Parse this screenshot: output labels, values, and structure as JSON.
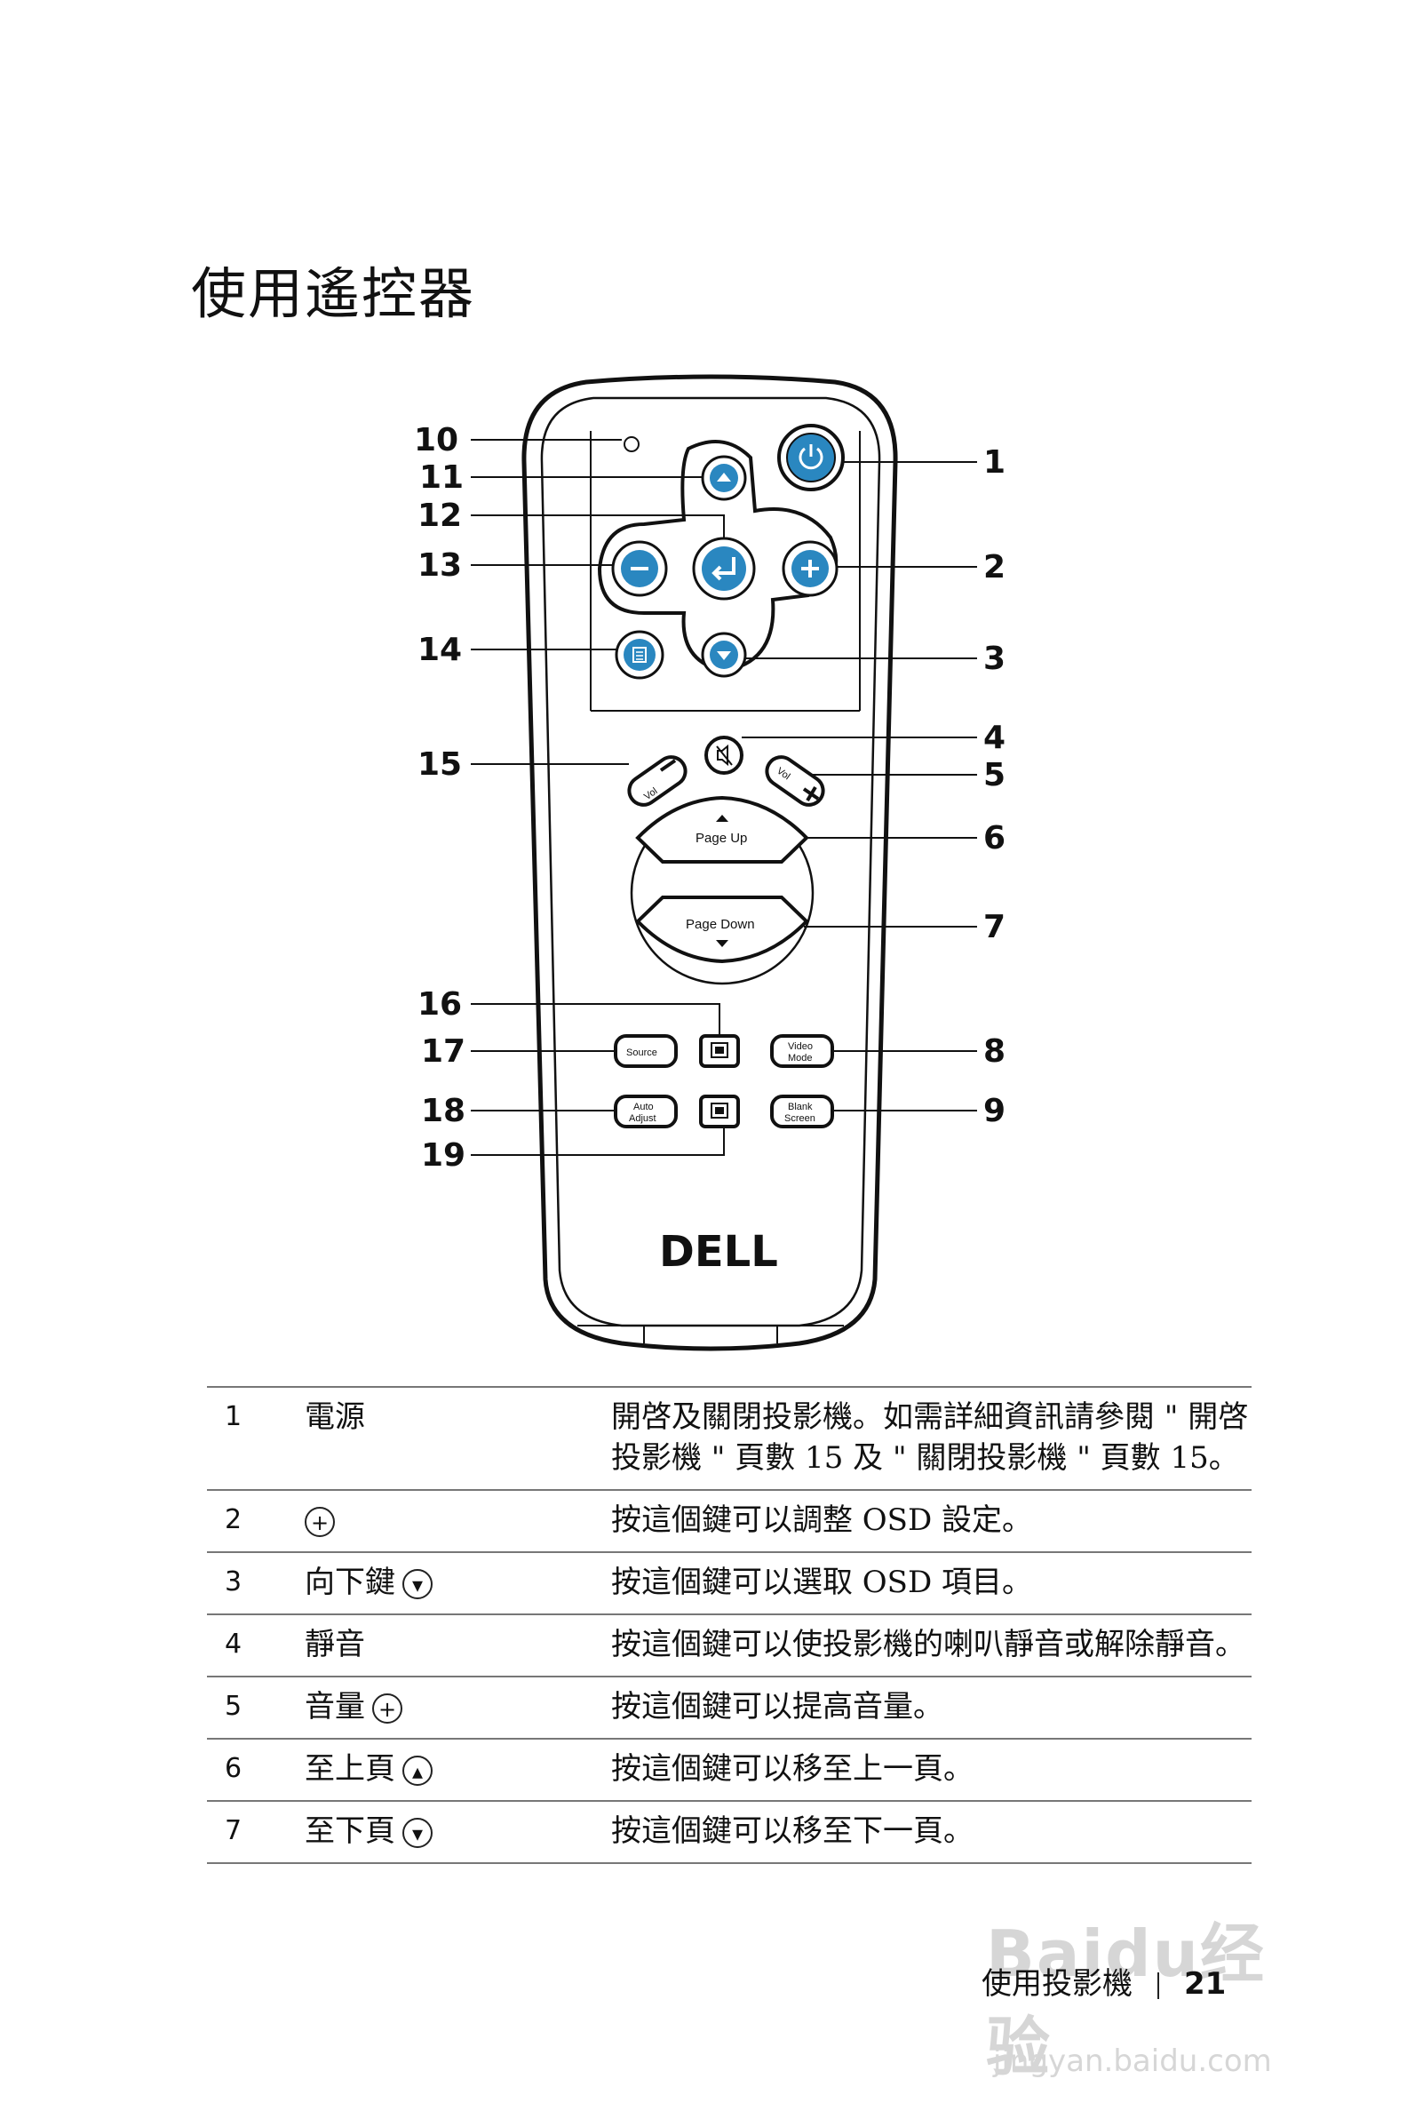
{
  "title": "使用遙控器",
  "remote": {
    "callouts": [
      "1",
      "2",
      "3",
      "4",
      "5",
      "6",
      "7",
      "8",
      "9",
      "10",
      "11",
      "12",
      "13",
      "14",
      "15",
      "16",
      "17",
      "18",
      "19"
    ],
    "buttons": {
      "vol_minus": "Vol",
      "vol_plus": "Vol",
      "page_up": "Page Up",
      "page_down": "Page Down",
      "source": "Source",
      "video_mode_1": "Video",
      "video_mode_2": "Mode",
      "auto_adjust_1": "Auto",
      "auto_adjust_2": "Adjust",
      "blank_screen_1": "Blank",
      "blank_screen_2": "Screen"
    },
    "brand": "DELL"
  },
  "table": {
    "rows": [
      {
        "num": "1",
        "name": "電源",
        "icon": "",
        "desc": "開啓及關閉投影機。如需詳細資訊請參閱 \" 開啓投影機 \" 頁數 15 及 \" 關閉投影機 \" 頁數 15。"
      },
      {
        "num": "2",
        "name": "",
        "icon": "+",
        "desc": "按這個鍵可以調整 OSD 設定。"
      },
      {
        "num": "3",
        "name": "向下鍵",
        "icon": "▾",
        "desc": "按這個鍵可以選取 OSD 項目。"
      },
      {
        "num": "4",
        "name": "靜音",
        "icon": "",
        "desc": "按這個鍵可以使投影機的喇叭靜音或解除靜音。"
      },
      {
        "num": "5",
        "name": "音量",
        "icon": "+",
        "desc": "按這個鍵可以提高音量。"
      },
      {
        "num": "6",
        "name": "至上頁",
        "icon": "▴",
        "desc": "按這個鍵可以移至上一頁。"
      },
      {
        "num": "7",
        "name": "至下頁",
        "icon": "▾",
        "desc": "按這個鍵可以移至下一頁。"
      }
    ]
  },
  "footer": {
    "section": "使用投影機",
    "page": "21"
  },
  "watermark": {
    "brand": "Baidu经验",
    "url": "jingyan.baidu.com"
  }
}
